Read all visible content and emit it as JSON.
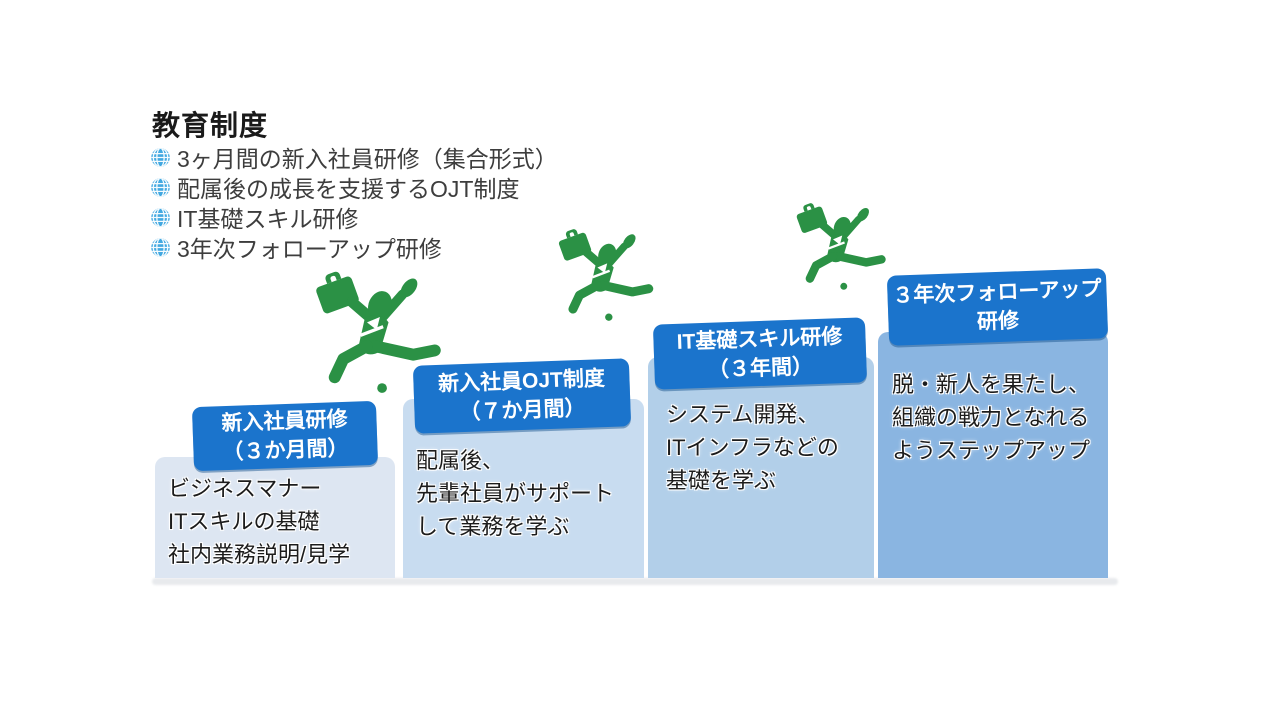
{
  "title": "教育制度",
  "bullets": [
    {
      "icon": "globe-grid-icon",
      "label": "3ヶ月間の新入社員研修（集合形式）"
    },
    {
      "icon": "globe-grid-icon",
      "label": "配属後の成長を支援するOJT制度"
    },
    {
      "icon": "globe-grid-icon",
      "label": "IT基礎スキル研修"
    },
    {
      "icon": "globe-grid-icon",
      "label": "3年次フォローアップ研修"
    }
  ],
  "steps": [
    {
      "badge_line1": "新入社員研修",
      "badge_line2": "（３か月間）",
      "lines": [
        "ビジネスマナー",
        "ITスキルの基礎",
        "社内業務説明/見学"
      ]
    },
    {
      "badge_line1": "新入社員OJT制度",
      "badge_line2": "（７か月間）",
      "lines": [
        "配属後、",
        "先輩社員がサポート",
        "して業務を学ぶ"
      ]
    },
    {
      "badge_line1": "IT基礎スキル研修",
      "badge_line2": "（３年間）",
      "lines": [
        "システム開発、",
        "ITインフラなどの",
        "基礎を学ぶ"
      ]
    },
    {
      "badge_line1": "３年次フォローアップ",
      "badge_line2": "研修",
      "lines": [
        "脱・新人を果たし、",
        "組織の戦力となれる",
        "ようステップアップ"
      ]
    }
  ],
  "figures": [
    {
      "icon": "leaping-businessman-icon"
    },
    {
      "icon": "leaping-businessman-icon"
    },
    {
      "icon": "leaping-businessman-icon"
    }
  ],
  "colors": {
    "badge_blue": "#1B74CC",
    "step_panel_1": "#DDE6F2",
    "step_panel_2": "#C8DCF0",
    "step_panel_3": "#B2CFE9",
    "step_panel_4": "#8AB5E1",
    "runner_green": "#2B9145",
    "bullet_icon_blue": "#41A8E1",
    "badge_text": "#FFFFFF",
    "body_text": "#1C1C1C"
  }
}
